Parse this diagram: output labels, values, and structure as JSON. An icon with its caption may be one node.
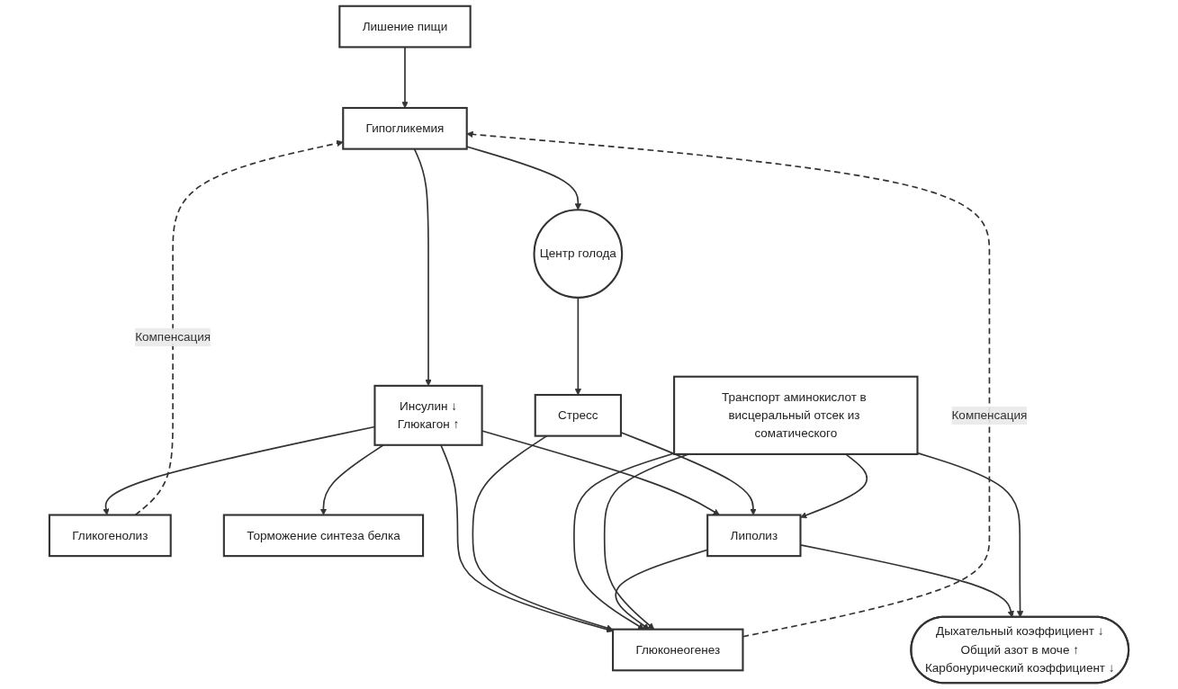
{
  "diagram": {
    "nodes": [
      {
        "text": [
          "Лишение пищи"
        ]
      },
      {
        "text": [
          "Гипогликемия"
        ]
      },
      {
        "text": [
          "Центр голода"
        ]
      },
      {
        "text": [
          "Инсулин ↓",
          "Глюкагон ↑"
        ]
      },
      {
        "text": [
          "Стресс"
        ]
      },
      {
        "text": [
          "Гликогенолиз"
        ]
      },
      {
        "text": [
          "Торможение синтеза белка"
        ]
      },
      {
        "text": [
          "Липолиз"
        ]
      },
      {
        "text": [
          "Глюконеогенез"
        ]
      },
      {
        "text": [
          "Транспорт аминокислот в висцеральный отсек из соматического"
        ]
      },
      {
        "text": [
          "Дыхательный коэффициент ↓",
          "Общий азот в моче ↑",
          "Карбонурический коэффициент ↓"
        ]
      }
    ],
    "edges": [
      {
        "from": 0,
        "to": 1,
        "arrow": "to"
      },
      {
        "from": 1,
        "to": 2,
        "arrow": "to"
      },
      {
        "from": 1,
        "to": 3,
        "arrow": "to"
      },
      {
        "from": 2,
        "to": 4,
        "arrow": "to"
      },
      {
        "from": 3,
        "to": 5,
        "arrow": "to"
      },
      {
        "from": 3,
        "to": 6,
        "arrow": "to"
      },
      {
        "from": 3,
        "to": 7,
        "arrow": "to"
      },
      {
        "from": 3,
        "to": 8,
        "arrow": "to"
      },
      {
        "from": 5,
        "to": 1,
        "arrow": "to",
        "label": "Компенсация",
        "style": "dashed"
      },
      {
        "from": 8,
        "to": 1,
        "arrow": "to",
        "label": "Компенсация",
        "style": "dashed"
      },
      {
        "from": 4,
        "to": 8,
        "arrow": "to"
      },
      {
        "from": 4,
        "to": 7,
        "arrow": "to"
      },
      {
        "from": 9,
        "to": 8,
        "arrow": "to"
      },
      {
        "from": 9,
        "to": 7,
        "arrow": "to"
      },
      {
        "from": 7,
        "to": 8,
        "arrow": "to"
      },
      {
        "from": 7,
        "to": 10,
        "arrow": "to"
      },
      {
        "from": 9,
        "to": 8,
        "arrow": "to"
      },
      {
        "from": 9,
        "to": 10,
        "arrow": "to"
      }
    ]
  }
}
